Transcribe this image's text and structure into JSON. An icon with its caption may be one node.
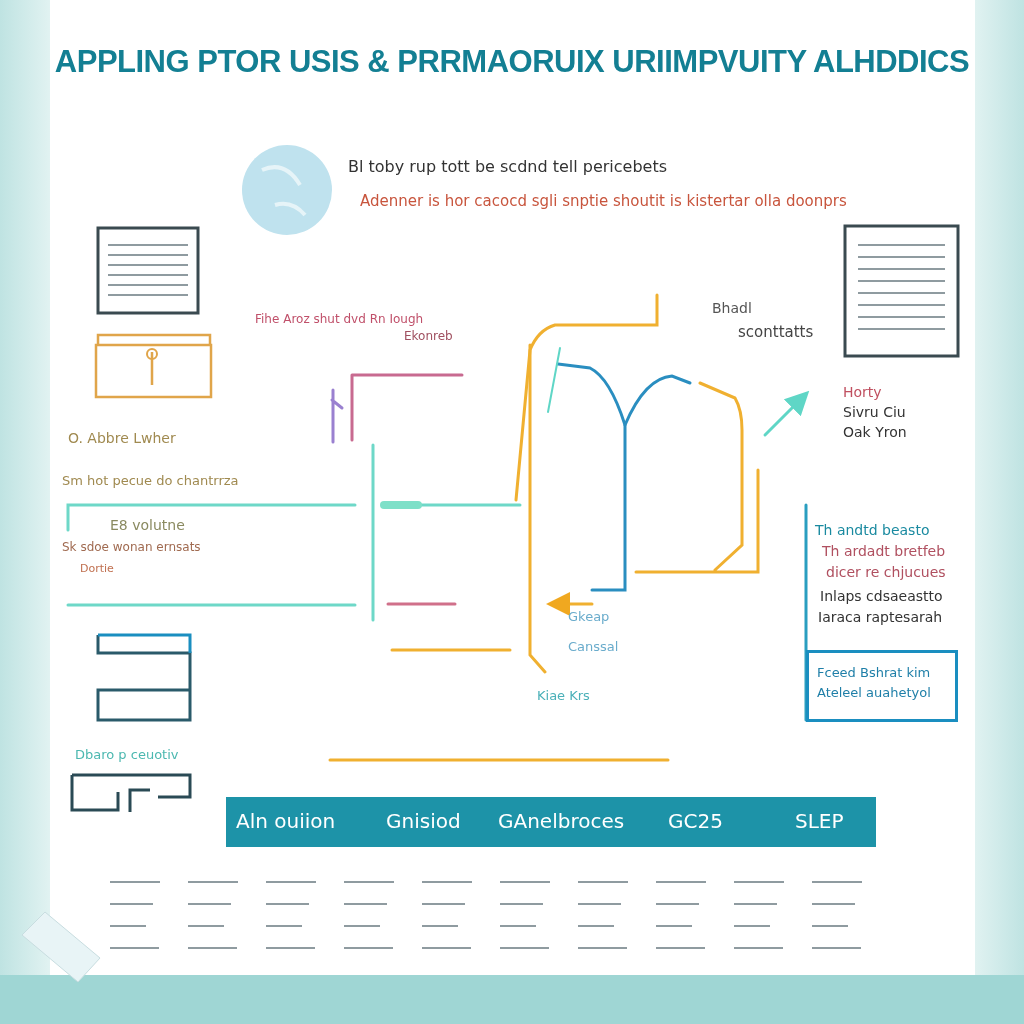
{
  "diagram": {
    "title": "APPLING PTOR USIS & PRRMAORUIX URIIMPVUITY ALHDDICS",
    "nodes": [
      {
        "text": [
          "Fceed Bshrat kim Ateleel auahetyol"
        ]
      }
    ],
    "labels": [
      "Bl toby rup tott be scdnd tell pericebets",
      "Adenner is hor cacocd sgli snptie shoutit is kistertar olla doonprs",
      "Fihe Aroz shut dvd Rn Iough",
      "Ekonreb",
      "Bhadl",
      "sconttatts",
      "Horty",
      "Sivru Ciu",
      "Oak Yron",
      "O. Abbre Lwher",
      "Sm hot pecue do chantrrza",
      "E8 volutne",
      "Sk sdoe wonan ernsats",
      "Dortie",
      "Th andtd beasto",
      "Th ardadt bretfeb",
      "dicer re chjucues",
      "Inlaps cdsaeastto",
      "Gkeap",
      "Iaraca raptesarah",
      "Canssal",
      "Kiae Krs",
      "Dbaro p ceuotiv",
      "Aln ouiion",
      "Gnisiod",
      "GAnelbroces",
      "GC25",
      "SLEP"
    ]
  }
}
